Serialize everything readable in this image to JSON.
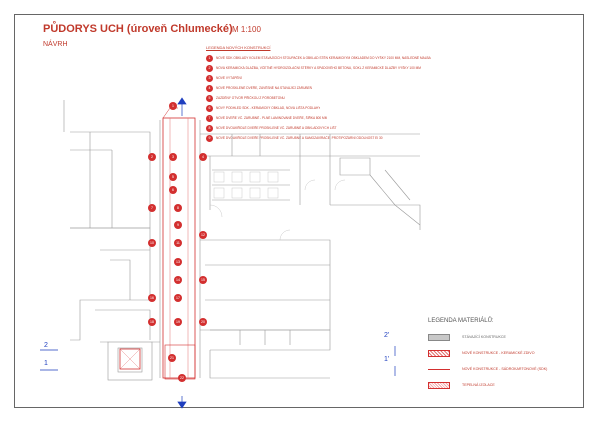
{
  "header": {
    "title": "PŮDORYS UCH (úroveň Chlumecké)",
    "scale": "M 1:100",
    "subtitle": "NÁVRH"
  },
  "notes": {
    "heading": "LEGENDA NOVÝCH KONSTRUKCÍ",
    "items": [
      {
        "num": "1",
        "text": "NOVÉ SDK OBKLADY KOLEM STÁVAJÍCÍCH STOUPAČEK A OBKLAD STĚN KERAMICKÝM OBKLADEM DO VÝŠKY 2100 MM, NÁSLEDNĚ MALBA"
      },
      {
        "num": "2",
        "text": "NOVÁ KERAMICKÁ DLAŽBA, VČETNĚ HYDROIZOLAČNÍ STĚRKY A SPÁDOVÉHO BETONU, SOKL Z KERAMICKÉ DLAŽBY VÝŠKY 100 MM"
      },
      {
        "num": "3",
        "text": "NOVÉ VYTÁPĚNÍ"
      },
      {
        "num": "4",
        "text": "NOVÉ PROSKLENÉ DVEŘE, ZÁVĚSNÉ NA STÁVAJÍCÍ ZÁRUBEŇ"
      },
      {
        "num": "5",
        "text": "ZAZDĚNÝ OTVOR PŘÍČKOU Z PÓROBETONU"
      },
      {
        "num": "6",
        "text": "NOVÝ PODHLED SDK - KERAMICKÝ OBKLAD, NOVÁ LIŠTA PODLAHY"
      },
      {
        "num": "7",
        "text": "NOVÉ DVEŘE VČ. ZÁRUBNĚ - PLNÉ LAMINOVANÉ DVEŘE, ŠÍŘKA 800 MM"
      },
      {
        "num": "8",
        "text": "NOVÉ DVOUKŘÍDLÉ DVEŘE PROSKLENÉ VČ. ZÁRUBNĚ A OBKLADOVÝCH LIŠT"
      },
      {
        "num": "9",
        "text": "NOVÉ DVOUKŘÍDLÉ DVEŘE PROSKLENÉ VČ. ZÁRUBNĚ A SAMOZAVÍRAČE, PROTIPOŽÁRNÍ ODOLNOST EI 30"
      }
    ]
  },
  "plan": {
    "tags": [
      "1",
      "2",
      "3",
      "4",
      "5",
      "6",
      "7",
      "8",
      "9",
      "10",
      "11",
      "12",
      "13",
      "14",
      "15",
      "16",
      "17",
      "18",
      "19",
      "20",
      "21",
      "22"
    ]
  },
  "section_marks": {
    "left_top": "2",
    "left_bottom": "1",
    "right_top": "2'",
    "right_bottom": "1'"
  },
  "legend": {
    "title": "LEGENDA MATERIÁLŮ:",
    "items": [
      {
        "label": "STÁVAJÍCÍ KONSTRUKCE"
      },
      {
        "label": "NOVÉ KONSTRUKCE - KERAMICKÉ ZDIVO"
      },
      {
        "label": "NOVÉ KONSTRUKCE - SÁDROKARTONOVÉ (SDK)"
      },
      {
        "label": "TEPELNÁ IZOLACE"
      }
    ]
  },
  "colors": {
    "accent": "#d32f2f",
    "wall_existing": "#888888",
    "section_mark": "#1f3fbf"
  }
}
